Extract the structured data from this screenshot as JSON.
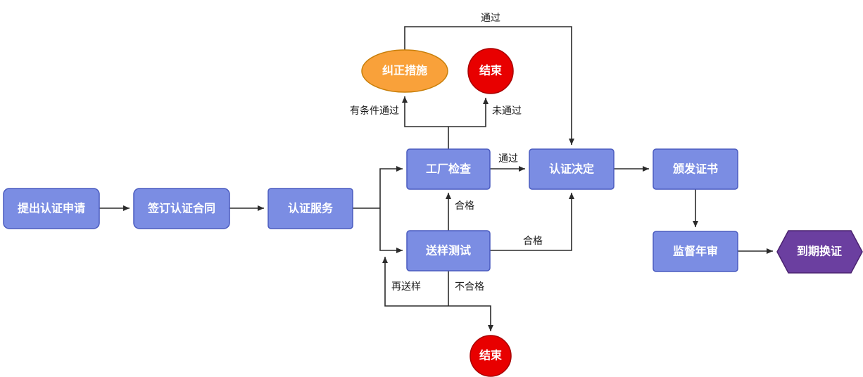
{
  "diagram": {
    "type": "flowchart",
    "background": "#FFFFFF",
    "nodes": {
      "apply": {
        "label": "提出认证申请",
        "shape": "rounded-rect",
        "fill": "#7B8DE3"
      },
      "contract": {
        "label": "签订认证合同",
        "shape": "rounded-rect",
        "fill": "#7B8DE3"
      },
      "service": {
        "label": "认证服务",
        "shape": "rect",
        "fill": "#7B8DE3"
      },
      "inspection": {
        "label": "工厂检查",
        "shape": "rect",
        "fill": "#7B8DE3"
      },
      "testing": {
        "label": "送样测试",
        "shape": "rect",
        "fill": "#7B8DE3"
      },
      "corrective": {
        "label": "纠正措施",
        "shape": "ellipse",
        "fill": "#F9A13A"
      },
      "end_top": {
        "label": "结束",
        "shape": "circle",
        "fill": "#E80000"
      },
      "decision": {
        "label": "认证决定",
        "shape": "rect",
        "fill": "#7B8DE3"
      },
      "certificate": {
        "label": "颁发证书",
        "shape": "rect",
        "fill": "#7B8DE3"
      },
      "annual_review": {
        "label": "监督年审",
        "shape": "rect",
        "fill": "#7B8DE3"
      },
      "renewal": {
        "label": "到期换证",
        "shape": "hexagon",
        "fill": "#6B3FA0"
      },
      "end_bottom": {
        "label": "结束",
        "shape": "circle",
        "fill": "#E80000"
      }
    },
    "edges": {
      "corrective_pass": "通过",
      "conditional_pass": "有条件通过",
      "not_pass": "未通过",
      "test_qualified_up": "合格",
      "inspection_pass": "通过",
      "test_qualified_right": "合格",
      "resend_sample": "再送样",
      "unqualified": "不合格"
    },
    "colors": {
      "process_fill": "#7B8DE3",
      "process_stroke": "#4A5BBF",
      "corrective_fill": "#F9A13A",
      "corrective_stroke": "#C87F0A",
      "end_fill": "#E80000",
      "end_stroke": "#A80000",
      "renewal_fill": "#6B3FA0",
      "renewal_stroke": "#4B2370",
      "line": "#2B2B2B",
      "node_text": "#FFFFFF",
      "edge_text": "#1A1A1A"
    }
  }
}
